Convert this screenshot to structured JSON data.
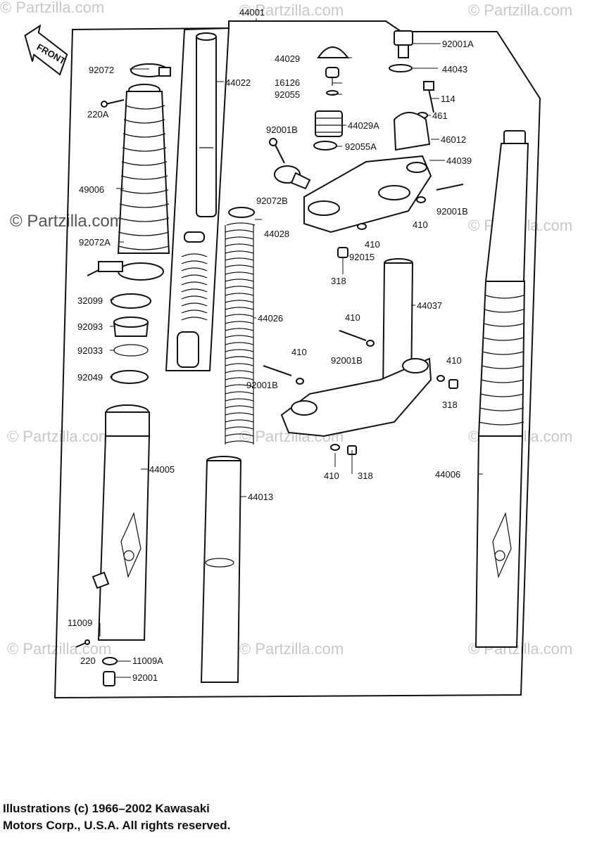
{
  "watermarks": {
    "small": "© Partzilla.com",
    "large": "© Partzilla.com"
  },
  "front_label": "FRONT",
  "copyright": {
    "line1": "Illustrations (c) 1966–2002 Kawasaki",
    "line2": "Motors Corp., U.S.A.  All rights reserved."
  },
  "part_labels": [
    "44001",
    "92072",
    "44022",
    "220A",
    "49006",
    "92072A",
    "32099",
    "92093",
    "92033",
    "92049",
    "44005",
    "11009",
    "220",
    "11009A",
    "92001",
    "44029",
    "16126",
    "92055",
    "44029A",
    "92055A",
    "92001B",
    "92072B",
    "44028",
    "92001A",
    "44043",
    "114",
    "461",
    "46012",
    "44039",
    "410",
    "92015",
    "318",
    "44026",
    "44037",
    "44013",
    "44006"
  ]
}
